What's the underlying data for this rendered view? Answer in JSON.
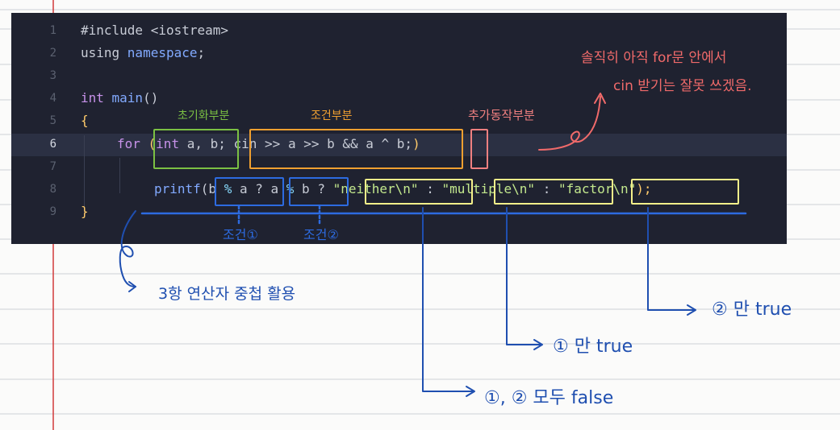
{
  "editor": {
    "line_numbers": [
      "1",
      "2",
      "3",
      "4",
      "5",
      "6",
      "7",
      "8",
      "9"
    ],
    "active_line": "6",
    "lines": {
      "l1": "#include <iostream>",
      "l2_a": "using ",
      "l2_b": "namespace",
      "l2_c": ";",
      "l4_a": "int ",
      "l4_b": "main",
      "l4_c": "()",
      "l5": "{",
      "l6_a": "for ",
      "l6_b": "(",
      "l6_c": "int",
      "l6_d": " a, b; cin >> a >> b && a ^ b;",
      "l6_e": ")",
      "l8_a": "printf",
      "l8_b": "(b ",
      "l8_c": "%",
      "l8_d": " a ? a ",
      "l8_e": "%",
      "l8_f": " b ? ",
      "l8_g": "\"neither\\n\"",
      "l8_h": " : ",
      "l8_i": "\"multiple\\n\"",
      "l8_j": " : ",
      "l8_k": "\"factor\\n\"",
      "l8_l": ");",
      "l9": "}"
    }
  },
  "annotations": {
    "init_part": "초기화부분",
    "cond_part": "조건부분",
    "extra_part": "추가동작부분",
    "note_line1": "솔직히 아직 for문 안에서",
    "note_line2": "cin 받기는 잘못 쓰겠음.",
    "cond1": "조건①",
    "cond2": "조건②",
    "ternary_note": "3항 연산자 중첩 활용",
    "only2_true": "② 만 true",
    "only1_true": "① 만 true",
    "both_false": "①, ② 모두 false"
  },
  "colors": {
    "green": "#7bc043",
    "orange": "#f0a030",
    "pink": "#f08080",
    "blue": "#2d6be0",
    "yellow": "#f4f08a",
    "margin_red": "#d23b3b"
  }
}
